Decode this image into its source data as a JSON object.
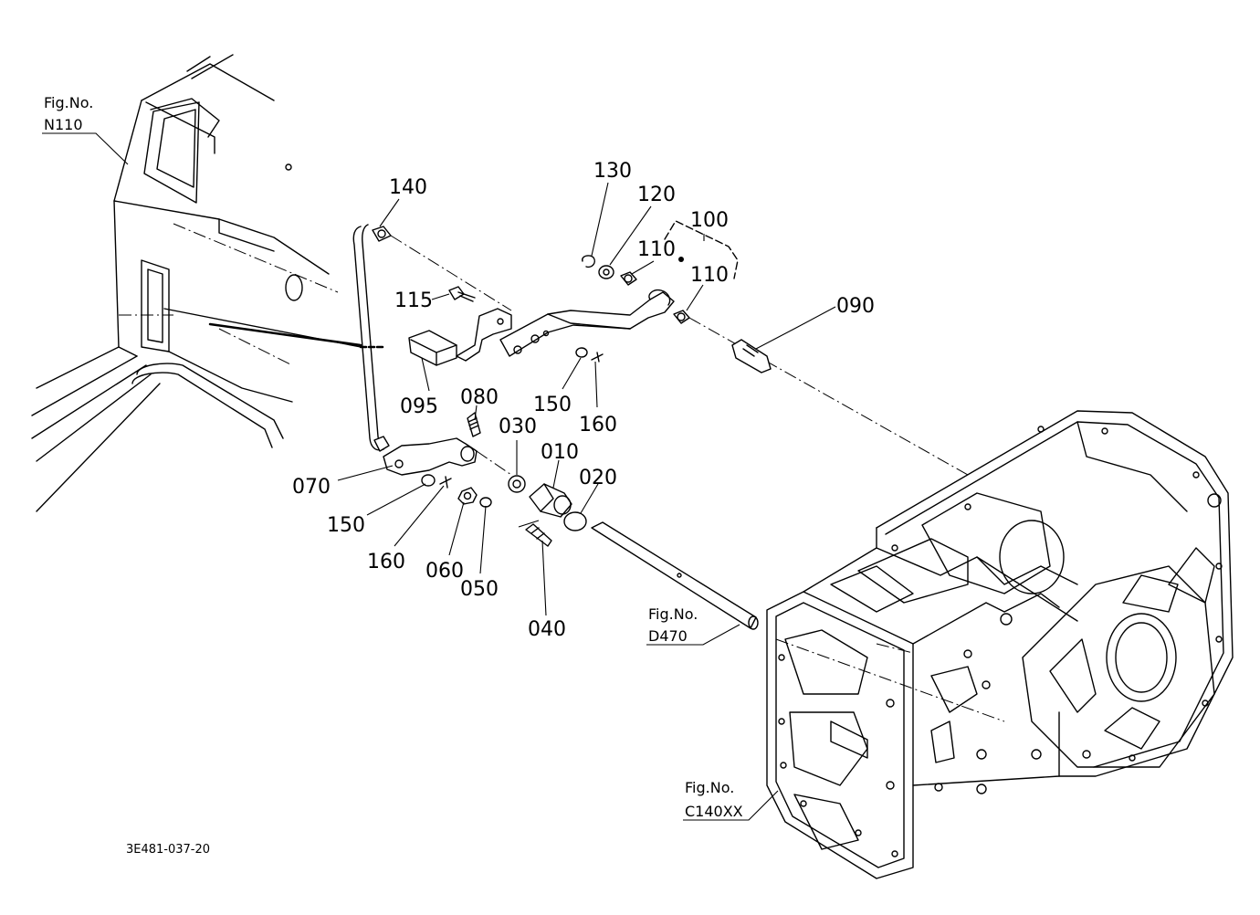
{
  "diagram": {
    "figure_refs": [
      {
        "id": "n110",
        "line1": "Fig.No.",
        "line2": "N110"
      },
      {
        "id": "d470",
        "line1": "Fig.No.",
        "line2": "D470"
      },
      {
        "id": "c140xx",
        "line1": "Fig.No.",
        "line2": "C140XX"
      }
    ],
    "part_labels": [
      {
        "id": "p140",
        "text": "140"
      },
      {
        "id": "p130",
        "text": "130"
      },
      {
        "id": "p120",
        "text": "120"
      },
      {
        "id": "p100",
        "text": "100"
      },
      {
        "id": "p110a",
        "text": "110"
      },
      {
        "id": "p110b",
        "text": "110"
      },
      {
        "id": "p115",
        "text": "115"
      },
      {
        "id": "p090",
        "text": "090"
      },
      {
        "id": "p095",
        "text": "095"
      },
      {
        "id": "p080",
        "text": "080"
      },
      {
        "id": "p150a",
        "text": "150"
      },
      {
        "id": "p160a",
        "text": "160"
      },
      {
        "id": "p030",
        "text": "030"
      },
      {
        "id": "p010",
        "text": "010"
      },
      {
        "id": "p020",
        "text": "020"
      },
      {
        "id": "p070",
        "text": "070"
      },
      {
        "id": "p150b",
        "text": "150"
      },
      {
        "id": "p160b",
        "text": "160"
      },
      {
        "id": "p060",
        "text": "060"
      },
      {
        "id": "p050",
        "text": "050"
      },
      {
        "id": "p040",
        "text": "040"
      }
    ],
    "drawing_code": "3E481-037-20"
  }
}
